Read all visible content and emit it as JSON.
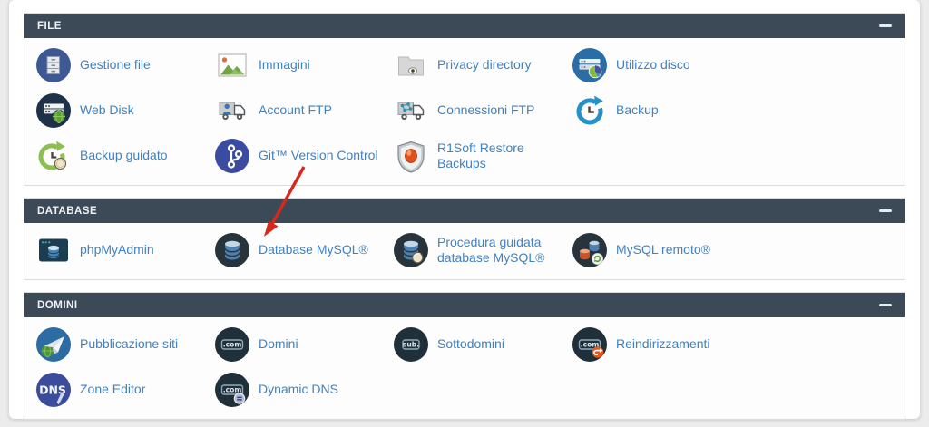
{
  "page": {
    "panel_header_bg": "#3c4a57",
    "link_color": "#3e82c4",
    "panel_border": "#dcdcdc"
  },
  "annotation": {
    "shape": "arrow",
    "color": "#d6281b",
    "points_to": "Database MySQL®"
  },
  "sections": [
    {
      "title": "FILE",
      "items": [
        {
          "label": "Gestione file",
          "icon": "file-manager"
        },
        {
          "label": "Immagini",
          "icon": "images"
        },
        {
          "label": "Privacy directory",
          "icon": "privacy-directory"
        },
        {
          "label": "Utilizzo disco",
          "icon": "disk-usage"
        },
        {
          "label": "Web Disk",
          "icon": "web-disk"
        },
        {
          "label": "Account FTP",
          "icon": "ftp-accounts"
        },
        {
          "label": "Connessioni FTP",
          "icon": "ftp-connections"
        },
        {
          "label": "Backup",
          "icon": "backup"
        },
        {
          "label": "Backup guidato",
          "icon": "backup-wizard"
        },
        {
          "label": "Git™ Version Control",
          "icon": "git-version-control"
        },
        {
          "label": "R1Soft Restore Backups",
          "icon": "r1soft-restore-backups"
        }
      ]
    },
    {
      "title": "DATABASE",
      "items": [
        {
          "label": "phpMyAdmin",
          "icon": "phpmyadmin"
        },
        {
          "label": "Database MySQL®",
          "icon": "mysql-databases"
        },
        {
          "label": "Procedura guidata database MySQL®",
          "icon": "mysql-database-wizard"
        },
        {
          "label": "MySQL remoto®",
          "icon": "remote-mysql"
        }
      ]
    },
    {
      "title": "DOMINI",
      "items": [
        {
          "label": "Pubblicazione siti",
          "icon": "site-publisher"
        },
        {
          "label": "Domini",
          "icon": "domains",
          "badge": ".com"
        },
        {
          "label": "Sottodomini",
          "icon": "subdomains",
          "badge": "sub."
        },
        {
          "label": "Reindirizzamenti",
          "icon": "redirects",
          "badge": ".com"
        },
        {
          "label": "Zone Editor",
          "icon": "zone-editor",
          "badge": "DNS"
        },
        {
          "label": "Dynamic DNS",
          "icon": "dynamic-dns",
          "badge": ".com"
        }
      ]
    }
  ]
}
